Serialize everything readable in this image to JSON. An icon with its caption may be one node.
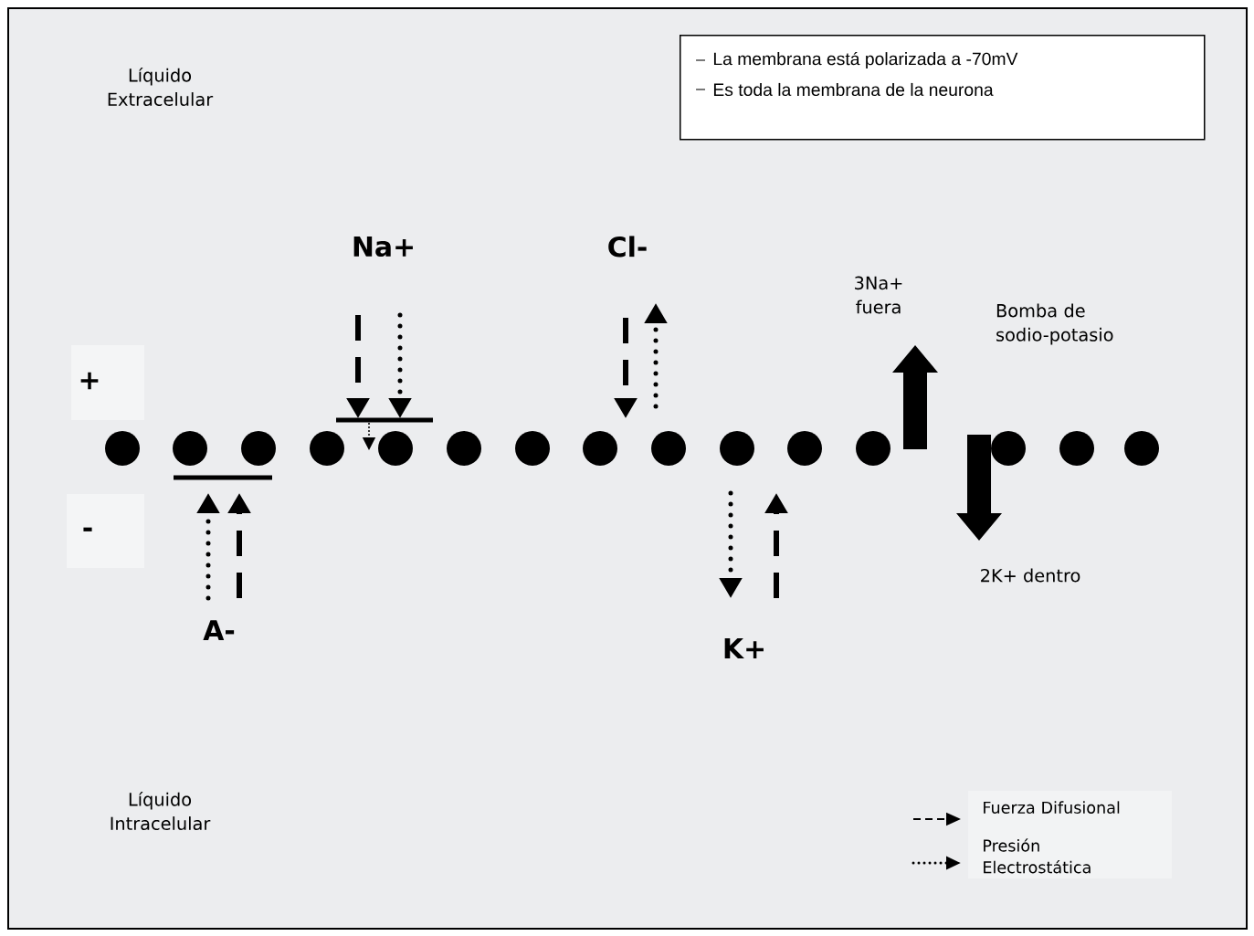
{
  "diagram": {
    "nodes": [
      {
        "text": [
          "La membrana está polarizada a -70mV",
          "Es toda la membrana de la neurona"
        ]
      }
    ],
    "labels": [
      "Líquido Extracelular",
      "Na+",
      "Cl-",
      "3Na+ fuera",
      "Bomba de sodio-potasio",
      "+",
      "-",
      "2K+ dentro",
      "A-",
      "K+",
      "Líquido Intracelular"
    ],
    "legend": [
      {
        "text": "Fuerza Difusional"
      },
      {
        "text": "Presión Electrostática"
      }
    ]
  }
}
